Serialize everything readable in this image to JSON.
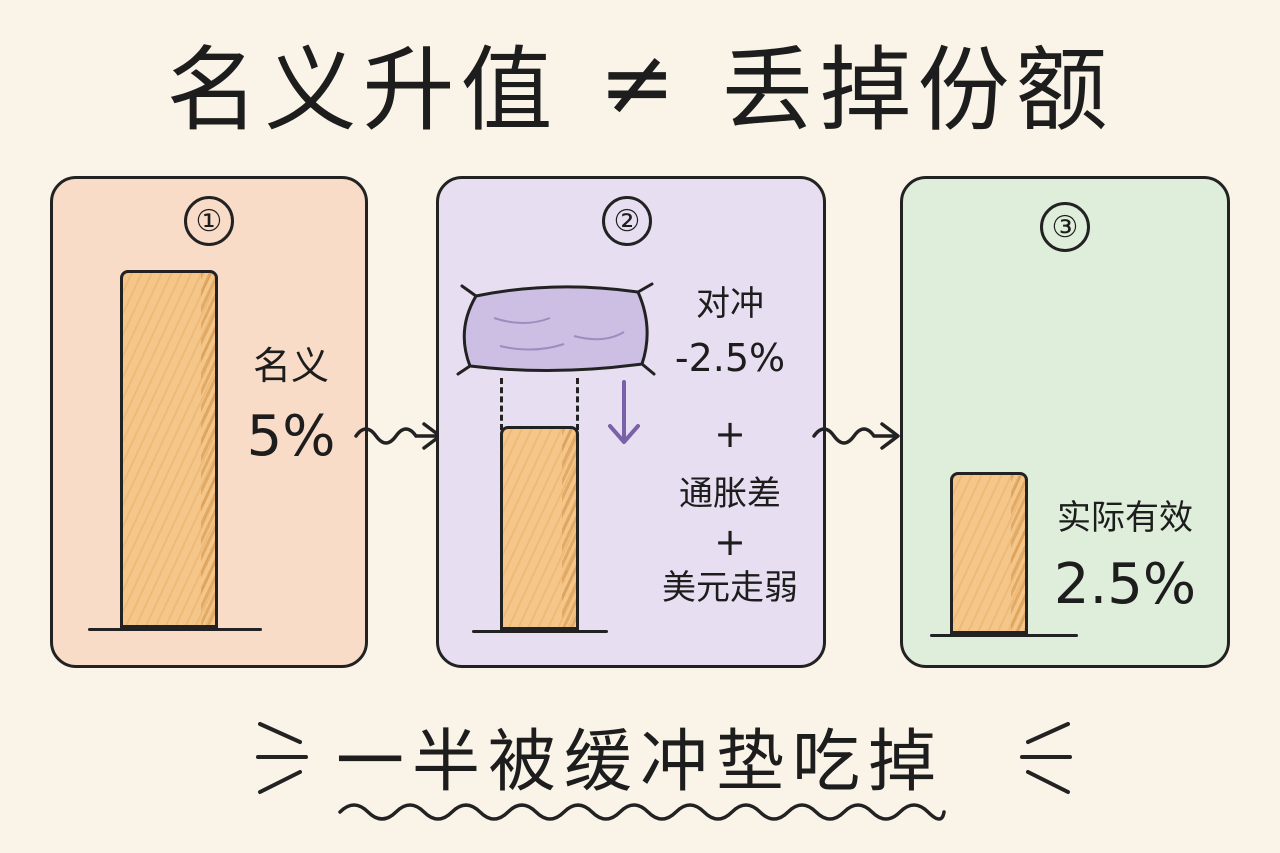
{
  "title": {
    "left": "名义升值",
    "neq": "≠",
    "right": "丢掉份额"
  },
  "panels": [
    {
      "number": "①",
      "label_line1": "名义",
      "label_line2": "5%",
      "value_percent": 5
    },
    {
      "number": "②",
      "label_line1": "对冲",
      "label_line2": "-2.5%",
      "plus_1": "+",
      "label_line3": "通胀差",
      "plus_2": "+",
      "label_line4": "美元走弱",
      "value_percent": 2.5
    },
    {
      "number": "③",
      "label_line1": "实际有效",
      "label_line2": "2.5%",
      "value_percent": 2.5
    }
  ],
  "bottom_text": "一半被缓冲垫吃掉",
  "colors": {
    "panel_1": "#f9dcc7",
    "panel_2": "#e7dff1",
    "panel_3": "#dfeeda",
    "bar": "#f4c689",
    "pillow": "#cdbfe3",
    "down_arrow": "#7b61a8"
  },
  "icons": [
    "pillow-icon",
    "down-arrow-icon",
    "squiggle-arrow-icon"
  ]
}
